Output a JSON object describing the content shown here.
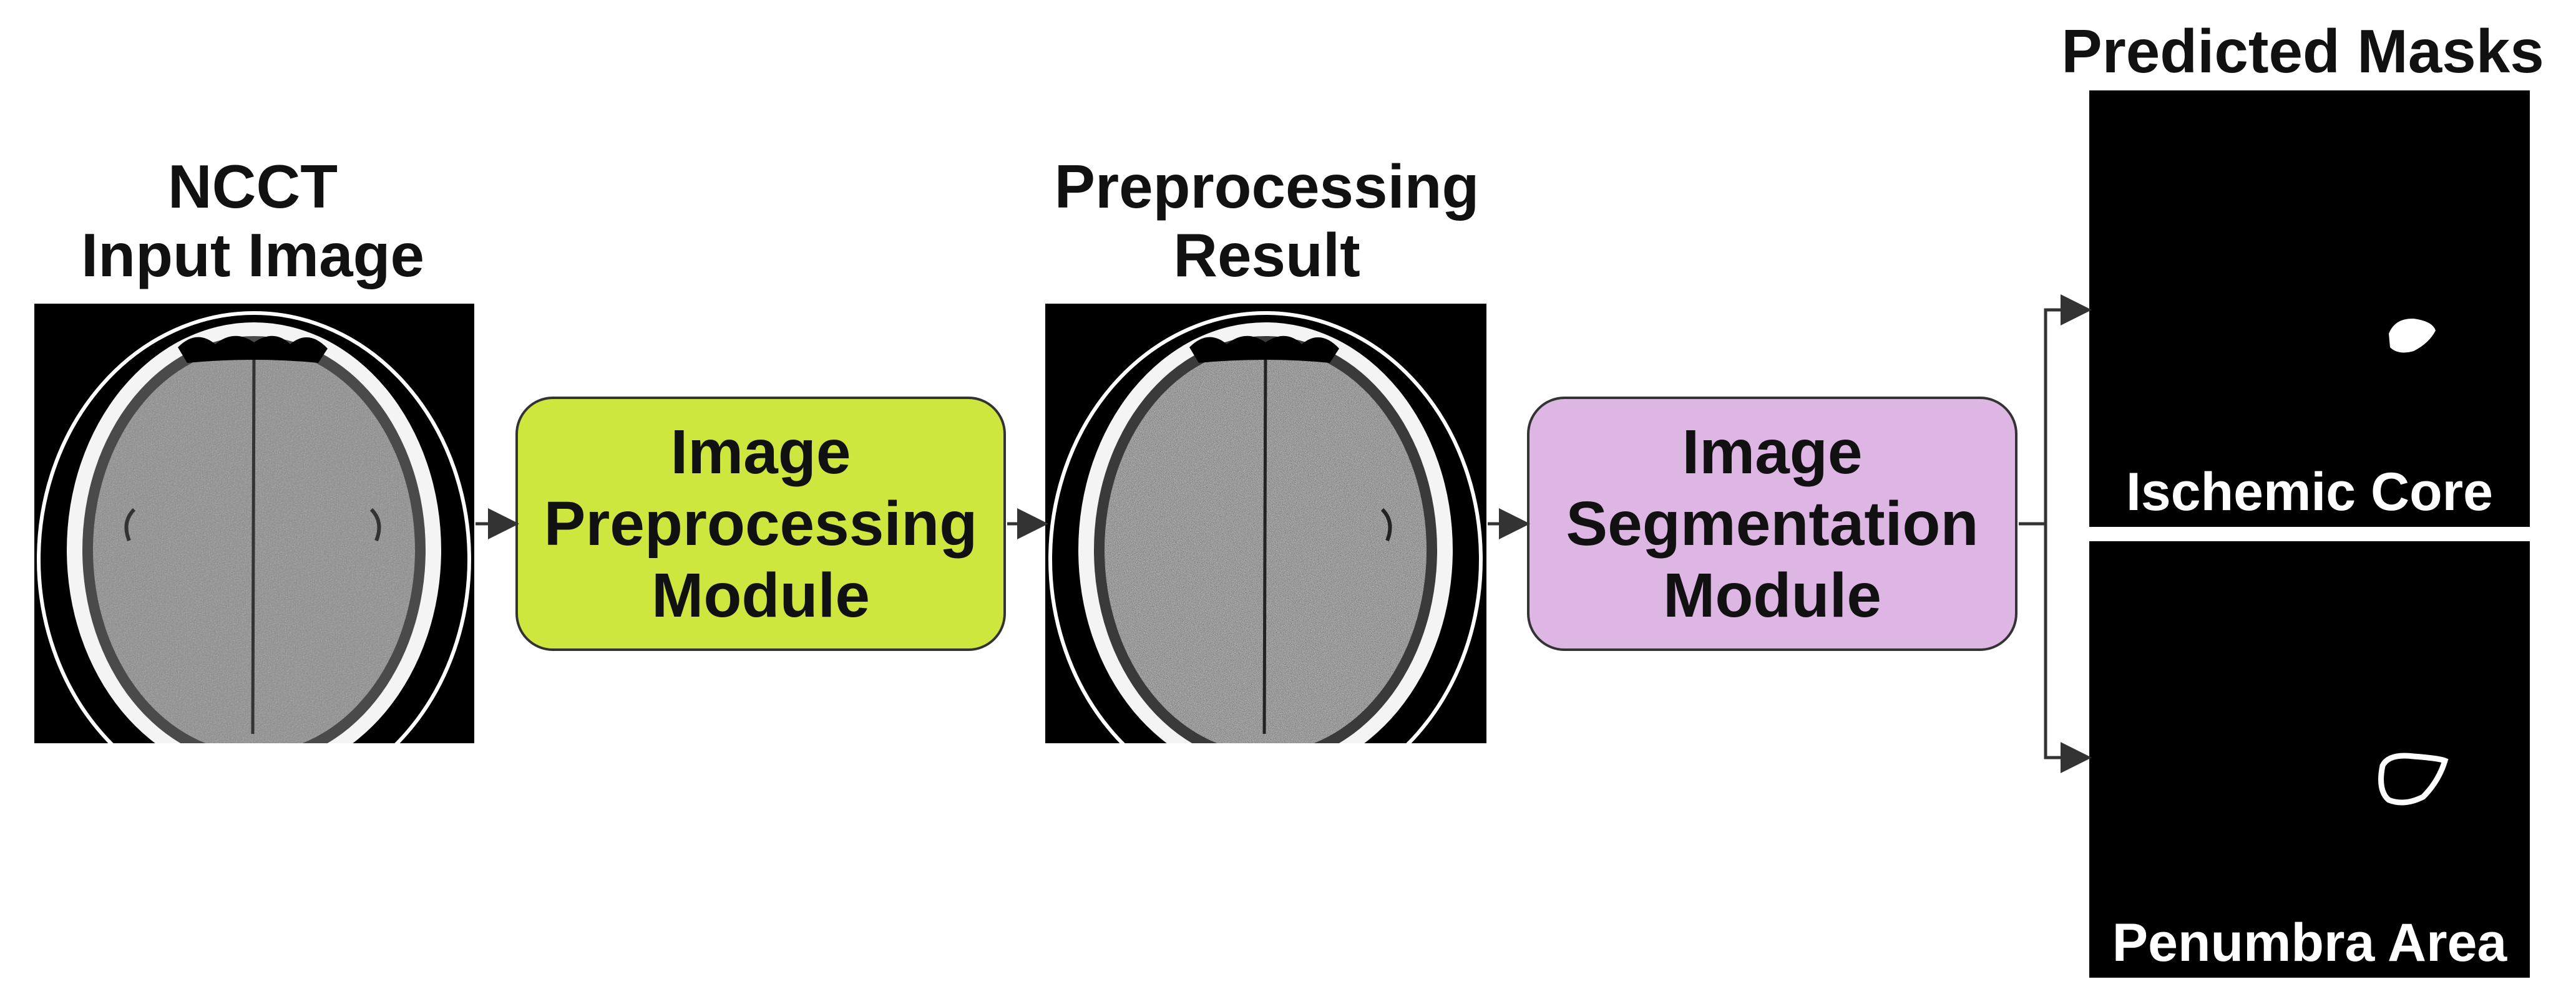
{
  "input": {
    "title_line1": "NCCT",
    "title_line2": "Input Image",
    "image_icon": "brain-ct-scan"
  },
  "preprocessing_module": {
    "line1": "Image",
    "line2": "Preprocessing",
    "line3": "Module",
    "color": "#cfe63f"
  },
  "preprocessing_result": {
    "title_line1": "Preprocessing",
    "title_line2": "Result",
    "image_icon": "brain-ct-scan-enhanced"
  },
  "segmentation_module": {
    "line1": "Image",
    "line2": "Segmentation",
    "line3": "Module",
    "color": "#deb6e4"
  },
  "predicted_masks": {
    "title": "Predicted Masks",
    "core_label": "Ischemic Core",
    "penumbra_label": "Penumbra Area"
  }
}
